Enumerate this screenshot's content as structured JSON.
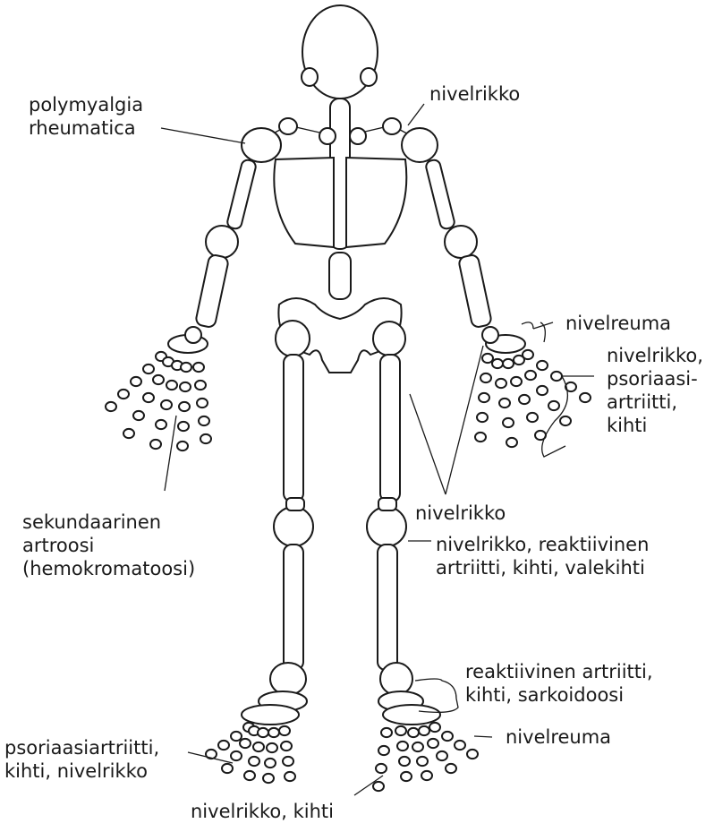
{
  "labels": {
    "polymyalgia": "polymyalgia\nrheumatica",
    "nivelrikko_shoulder": "nivelrikko",
    "nivelreuma_wrist": "nivelreuma",
    "hand_right": "nivelrikko,\npsoriaasi-\nartriitti,\nkihti",
    "sekundaarinen": "sekundaarinen\nartroosi\n(hemokromatoosi)",
    "nivelrikko_hip": "nivelrikko",
    "knee": "nivelrikko, reaktiivinen\nartriitti, kihti, valekihti",
    "ankle": "reaktiivinen artriitti,\nkihti, sarkoidoosi",
    "nivelreuma_foot": "nivelreuma",
    "foot_left": "psoriaasiartriitti,\nkihti, nivelrikko",
    "big_toe": "nivelrikko, kihti"
  },
  "colors": {
    "ink": "#1a1a1a",
    "background": "#ffffff"
  }
}
